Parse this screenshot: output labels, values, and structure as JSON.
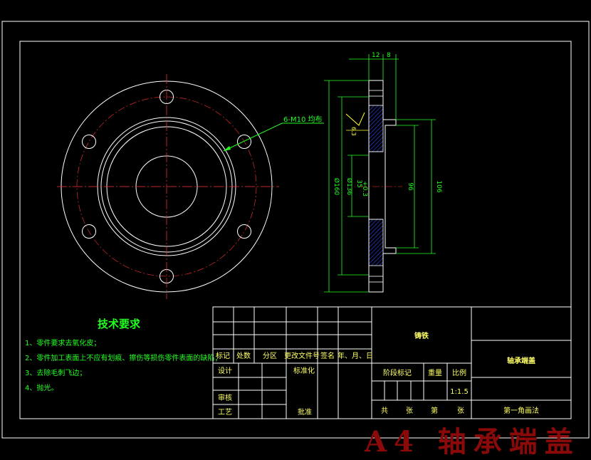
{
  "annotations": {
    "hole_callout": "6-M10  均布",
    "dim_top_12": "12",
    "dim_top_8": "8",
    "dim_d160": "Ø160",
    "dim_d136": "Ø136",
    "dim_d35": "35",
    "dim_tol": "+0.3",
    "dim_96": "96",
    "dim_106": "106",
    "roughness": "6.3"
  },
  "tech_requirements": {
    "title": "技术要求",
    "items": [
      "1、零件要求去氧化皮；",
      "2、零件加工表面上不应有划痕、擦伤等损伤零件表面的缺陷；",
      "3、去除毛刺飞边；",
      "4、抛光。"
    ]
  },
  "title_block": {
    "material": "铸铁",
    "part_name": "轴承端盖",
    "header_labels": [
      "标记",
      "处数",
      "分区",
      "更改文件号",
      "签名",
      "年、月、日"
    ],
    "design": "设计",
    "standardization": "标准化",
    "review": "审核",
    "process": "工艺",
    "approve": "批准",
    "stage_mark": "阶段标记",
    "weight": "重量",
    "scale_label": "比例",
    "scale_value": "1:1.5",
    "total": "共",
    "sheets": "张",
    "number": "第",
    "sheet": "张",
    "projection": "第一角画法"
  },
  "watermark": "A4 轴承端盖"
}
